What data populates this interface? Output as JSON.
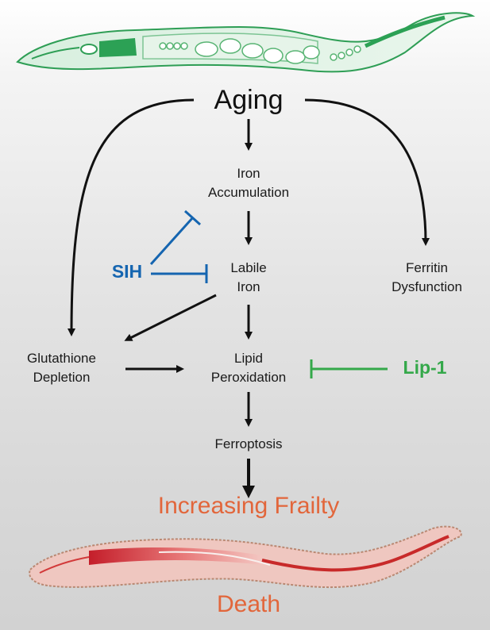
{
  "nodes": {
    "aging": "Aging",
    "iron_accumulation": "Iron\nAccumulation",
    "labile_iron": "Labile\nIron",
    "ferritin": "Ferritin\nDysfunction",
    "glutathione": "Glutathione\nDepletion",
    "lipid_peroxidation": "Lipid\nPeroxidation",
    "ferroptosis": "Ferroptosis",
    "frailty": "Increasing Frailty",
    "death": "Death"
  },
  "inhibitors": {
    "sih": "SIH",
    "lip1": "Lip-1"
  },
  "colors": {
    "arrow": "#111111",
    "sih": "#1565b0",
    "lip1": "#34a84a",
    "outcome": "#e2663b",
    "worm_healthy": "#2e9e55",
    "worm_frail": "#d23a3a"
  }
}
